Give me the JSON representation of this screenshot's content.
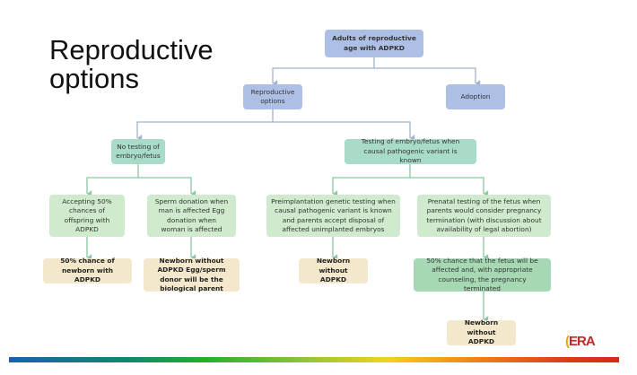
{
  "title": "Reproductive options",
  "nodes": {
    "root": "Adults of reproductive age with ADPKD",
    "reproductive": "Reproductive options",
    "adoption": "Adoption",
    "no_testing": "No testing of embryo/fetus",
    "testing": "Testing of embryo/fetus when causal pathogenic variant is known",
    "accepting": "Accepting 50% chances of offspring with ADPKD",
    "donation": "Sperm donation when man is affected Egg donation when woman is affected",
    "pgt": "Preimplantation genetic testing when causal pathogenic variant is known and parents accept disposal of affected unimplanted embryos",
    "prenatal": "Prenatal testing of the fetus when parents would consider pregnancy termination (with discussion about availability of legal abortion)",
    "outcome_50": "50% chance of newborn with ADPKD",
    "outcome_donor": "Newborn without ADPKD Egg/sperm donor will be the biological parent",
    "outcome_pgt": "Newborn without ADPKD",
    "fetus_50": "50% chance that the fetus will be affected and, with appropriate counseling, the pregnancy terminated",
    "outcome_prenatal": "Newborn without ADPKD"
  },
  "logo": "ERA",
  "colors": {
    "blue": "#aebfe6",
    "teal": "#a9dbc9",
    "light_green": "#cfeacd",
    "green": "#a5d8b3",
    "tan": "#f3e8cc"
  }
}
